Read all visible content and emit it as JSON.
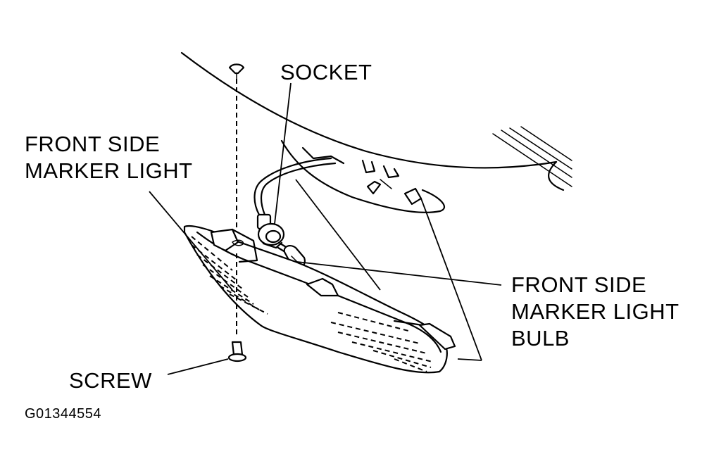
{
  "labels": {
    "socket": "SOCKET",
    "marker_light": [
      "FRONT SIDE",
      "MARKER LIGHT"
    ],
    "bulb": [
      "FRONT SIDE",
      "MARKER LIGHT",
      "BULB"
    ],
    "screw": "SCREW"
  },
  "figure_id": "G01344554"
}
